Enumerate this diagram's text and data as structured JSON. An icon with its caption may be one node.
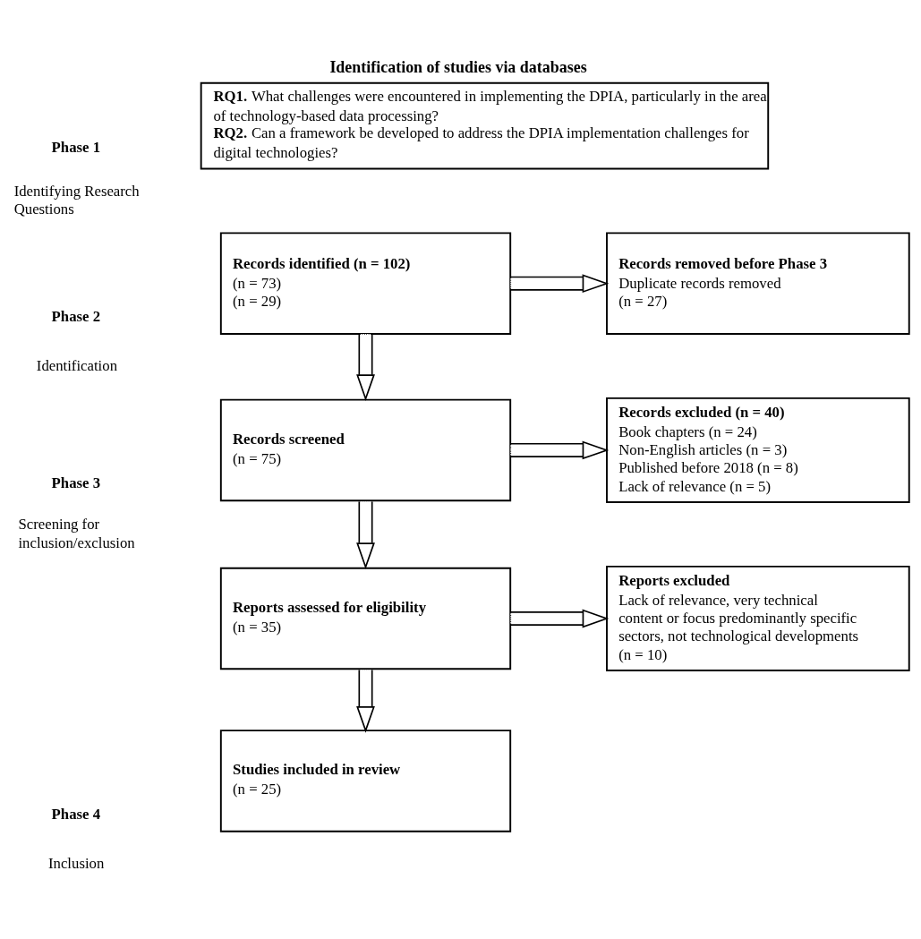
{
  "diagram": {
    "title": "Identification of studies via databases",
    "nodes": [
      {
        "text": [
          "**RQ1.** What challenges were encountered in implementing the DPIA, particularly in the area of technology-based data processing?",
          "**RQ2.** Can a framework be developed to address the DPIA implementation challenges for digital technologies?"
        ]
      },
      {
        "text": [
          "Records identified (n = 102)",
          "(n = 73)",
          "(n = 29)"
        ]
      },
      {
        "text": [
          "Records removed before Phase 3",
          "Duplicate records removed",
          "(n = 27)"
        ]
      },
      {
        "text": [
          "Records screened",
          "(n = 75)"
        ]
      },
      {
        "text": [
          "Records excluded (n = 40)",
          "Book chapters (n = 24)",
          "Non-English articles (n = 3)",
          "Published before 2018 (n = 8)",
          "Lack of relevance (n = 5)"
        ]
      },
      {
        "text": [
          "Reports assessed for eligibility",
          "(n = 35)"
        ]
      },
      {
        "text": [
          "Reports excluded",
          "Lack of relevance, very technical content or focus predominantly specific sectors, not technological developments (n = 10)"
        ]
      },
      {
        "text": [
          "Studies included in review",
          "(n = 25)"
        ]
      }
    ],
    "edges": [
      {
        "from": 1,
        "to": 2,
        "arrow": "to"
      },
      {
        "from": 1,
        "to": 3,
        "arrow": "to"
      },
      {
        "from": 3,
        "to": 4,
        "arrow": "to"
      },
      {
        "from": 3,
        "to": 5,
        "arrow": "to"
      },
      {
        "from": 5,
        "to": 6,
        "arrow": "to"
      },
      {
        "from": 5,
        "to": 7,
        "arrow": "to"
      }
    ],
    "labels": [
      "Phase 1",
      "Identifying Research Questions",
      "Phase 2",
      "Identification",
      "Phase 3",
      "Screening for inclusion/exclusion",
      "Phase 4",
      "Inclusion"
    ]
  }
}
